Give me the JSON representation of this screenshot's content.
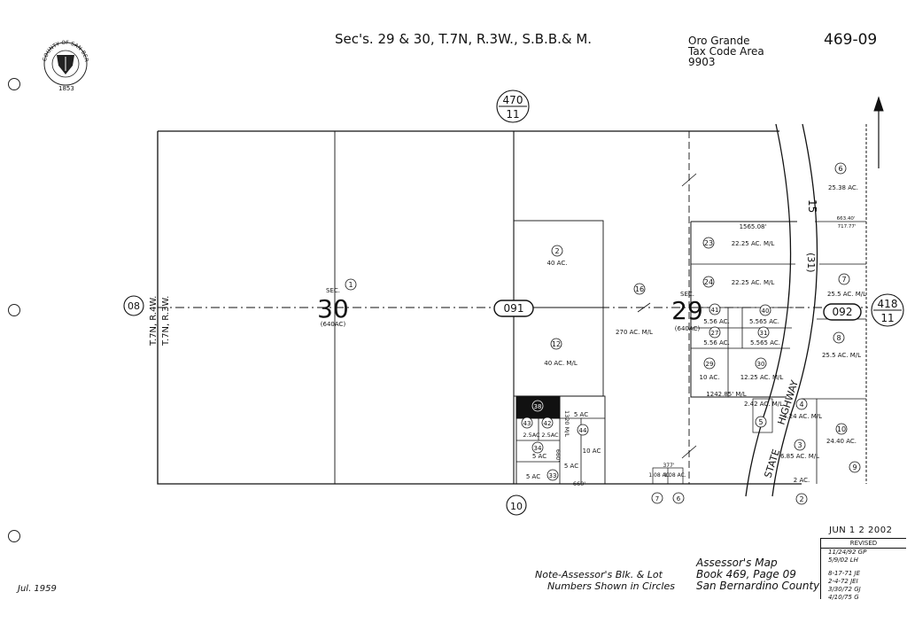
{
  "header": {
    "title": "Sec's. 29 & 30, T.7N, R.3W., S.B.B.& M.",
    "tax_area_line1": "Oro Grande",
    "tax_area_line2": "Tax Code Area",
    "tax_area_code": "9903",
    "page_number": "469-09"
  },
  "seal": {
    "text": "COUNTY OF SAN BERNARDINO",
    "year": "1853"
  },
  "adjacent_books": {
    "north_top": "470",
    "north_bottom": "11",
    "east_top": "418",
    "east_bottom": "11",
    "west": "08",
    "south": "10"
  },
  "sections": {
    "sec30_label": "SEC.",
    "sec30_number": "30",
    "sec30_area": "(640AC)",
    "sec29_label": "SEC.",
    "sec29_number": "29",
    "sec29_area": "(640AC)"
  },
  "township_lines": {
    "left": "T.7N, R.4W.",
    "right": "T.7N, R.3W."
  },
  "blocks": {
    "block_091": "091",
    "block_092": "092"
  },
  "parcels": {
    "p1": "1",
    "p2": "2",
    "p2_area": "40 AC.",
    "p12": "12",
    "p12_area": "40 AC. M/L",
    "p16": "16",
    "p16_area": "270 AC. M/L",
    "p23": "23",
    "p23_area": "22.25 AC. M/L",
    "p24": "24",
    "p24_area": "22.25 AC. M/L",
    "p41": "41",
    "p41_area": "5.56 AC.",
    "p40": "40",
    "p40_area": "5.565 AC.",
    "p27": "27",
    "p27_area": "5.56 AC.",
    "p31": "31",
    "p31_area": "5.565 AC.",
    "p29": "29",
    "p29_area": "10 AC.",
    "p30": "30",
    "p30_area": "12.25 AC. M/L",
    "p6": "6",
    "p6_area": "25.38 AC.",
    "p7": "7",
    "p7_area": "25.5 AC. M/L",
    "p8": "8",
    "p8_area": "25.5 AC. M/L",
    "p10": "10",
    "p10_area": "24.40 AC.",
    "p9": "9",
    "p4": "4",
    "p4_area": "4.24 AC. M/L",
    "p5": "5",
    "p5_area": "2.42 AC. M/L",
    "p3": "3",
    "p3_area": "6.85 AC. M/L",
    "p3b_area": "2 AC.",
    "p2b": "2",
    "p38": "38",
    "p43": "43",
    "p42": "42",
    "p44": "44",
    "p34": "34",
    "p33": "33",
    "a_25a": "2.5AC",
    "a_25b": "2.5AC",
    "a_5a": "5 AC",
    "a_5b": "5 AC",
    "a_5c": "5 AC",
    "a_5d": "5 AC",
    "a_10": "10 AC",
    "a_1320": "1320 M/L",
    "a_660": "660'",
    "a_660b": "660'",
    "a_108a": "1.08 AC.",
    "a_108b": "1.08 AC.",
    "p_7s": "7",
    "p_6s": "6"
  },
  "dimensions": {
    "d1565": "1565.08'",
    "d1242": "1242.85' M/L",
    "d377": "377'",
    "d663": "663.40'",
    "d717": "717.77'"
  },
  "highway": {
    "route": "15",
    "alt": "(31)",
    "name1": "STATE",
    "name2": "HIGHWAY"
  },
  "footer": {
    "note_line1": "Note-Assessor's Blk. & Lot",
    "note_line2": "Numbers Shown in Circles",
    "map_line1": "Assessor's Map",
    "map_line2": "Book 469, Page 09",
    "map_line3": "San Bernardino County",
    "stamp_date": "JUN 1 2 2002",
    "original_date": "Jul. 1959",
    "revised_title": "REVISED",
    "revisions": [
      "11/24/92  GP",
      "5/9/02   LH",
      "8-17-71  JE",
      "2-4-72   JEI",
      "3/30/72  GJ",
      "4/10/75  G"
    ]
  }
}
